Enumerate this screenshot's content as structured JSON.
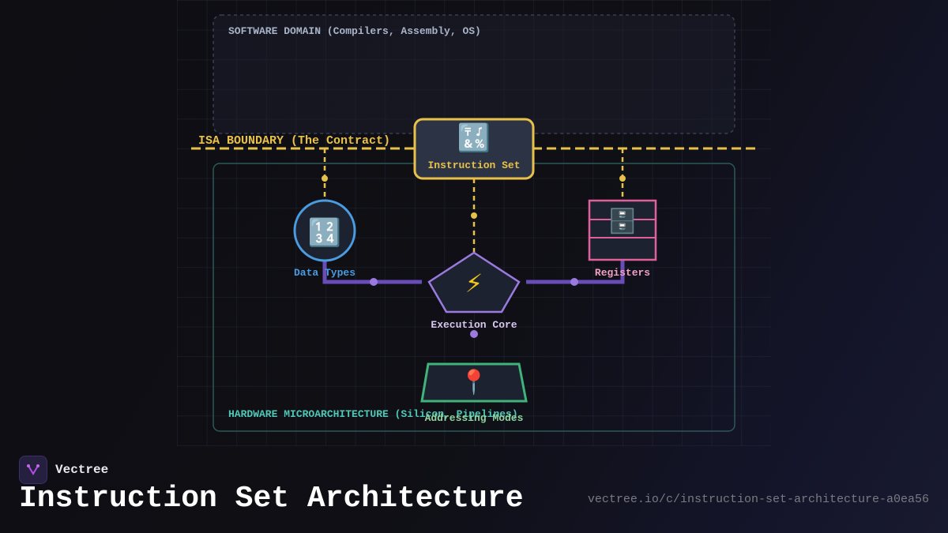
{
  "regions": {
    "software": "SOFTWARE DOMAIN (Compilers, Assembly, OS)",
    "isa": "ISA BOUNDARY (The Contract)",
    "hardware": "HARDWARE MICROARCHITECTURE (Silicon, Pipelines)"
  },
  "nodes": {
    "instruction_set": {
      "label": "Instruction Set",
      "icon": "🔣",
      "icon_name": "symbols-icon"
    },
    "data_types": {
      "label": "Data Types",
      "icon": "🔢",
      "icon_name": "numbers-icon"
    },
    "registers": {
      "label": "Registers",
      "icon": "🗄️",
      "icon_name": "file-cabinet-icon"
    },
    "execution_core": {
      "label": "Execution Core",
      "icon": "⚡",
      "icon_name": "lightning-icon"
    },
    "addressing_modes": {
      "label": "Addressing Modes",
      "icon": "📍",
      "icon_name": "pin-icon"
    }
  },
  "colors": {
    "isa": "#e8c14a",
    "data_types": "#4a9be0",
    "registers": "#e0609a",
    "execution": "#9b7ae0",
    "addressing": "#3fb37a",
    "hardware": "#4ec9b8",
    "software": "#a9b4c8"
  },
  "footer": {
    "brand": "Vectree",
    "title": "Instruction Set Architecture",
    "url": "vectree.io/c/instruction-set-architecture-a0ea56"
  }
}
